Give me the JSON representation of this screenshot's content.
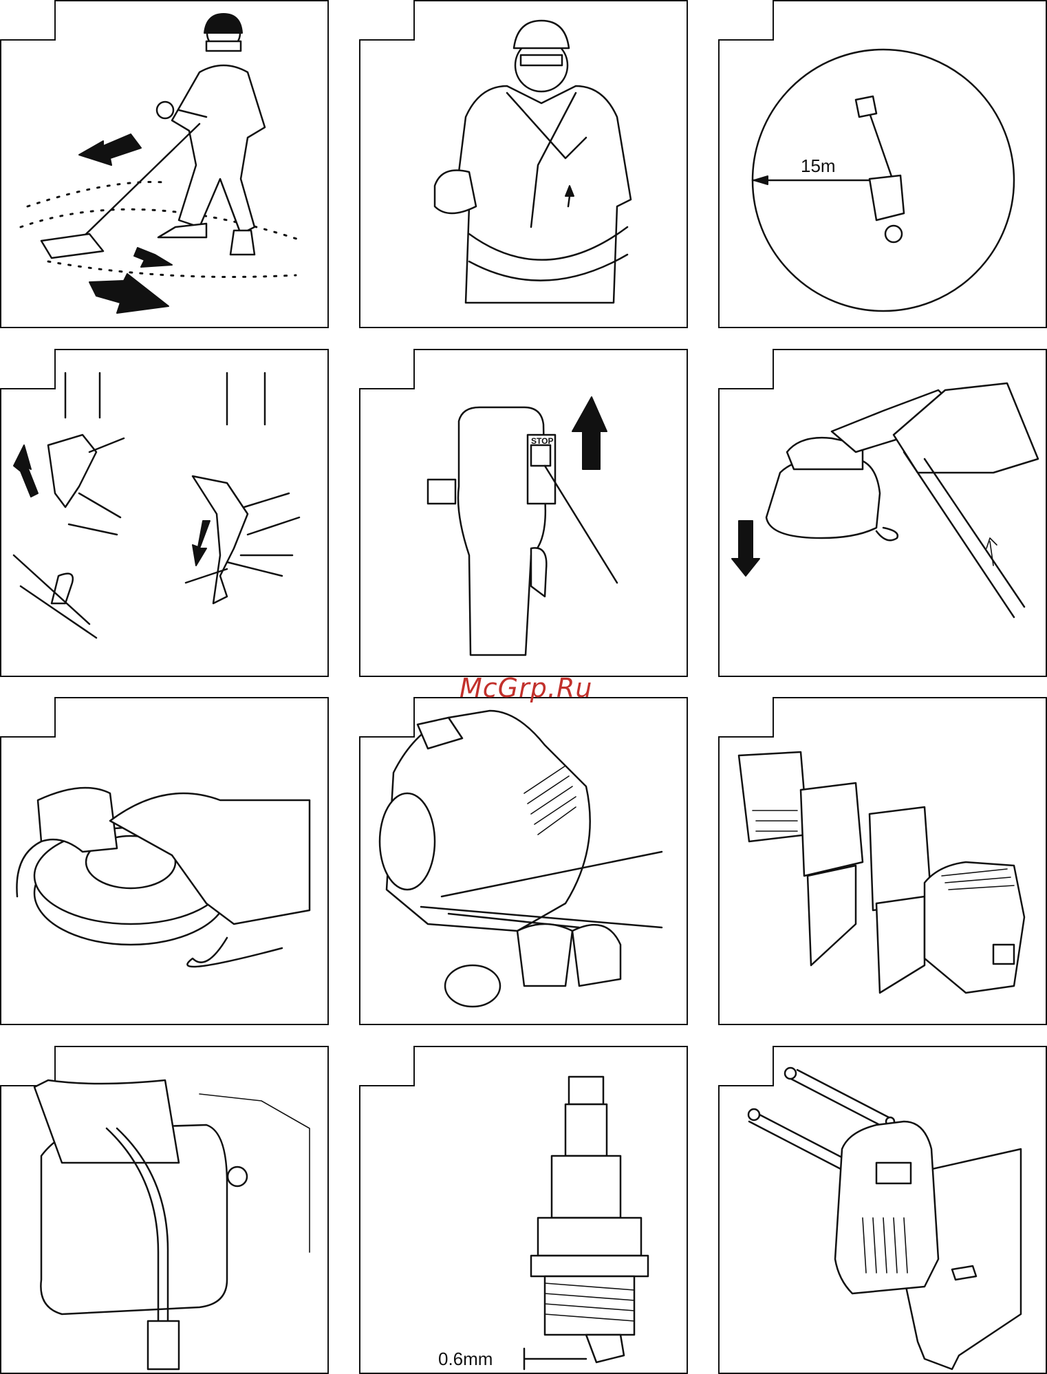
{
  "document": {
    "panels": [
      {
        "id": 1,
        "subject": "operator-mowing"
      },
      {
        "id": 2,
        "subject": "operator-harness"
      },
      {
        "id": 3,
        "subject": "safety-distance",
        "label": "15m"
      },
      {
        "id": 4,
        "subject": "harness-hook"
      },
      {
        "id": 5,
        "subject": "stop-switch",
        "label": "STOP"
      },
      {
        "id": 6,
        "subject": "cutter-head-removal"
      },
      {
        "id": 7,
        "subject": "nylon-head-tap"
      },
      {
        "id": 8,
        "subject": "carburetor-adjust"
      },
      {
        "id": 9,
        "subject": "air-filter"
      },
      {
        "id": 10,
        "subject": "fuel-filter"
      },
      {
        "id": 11,
        "subject": "spark-plug-gap",
        "label": "0.6mm"
      },
      {
        "id": 12,
        "subject": "muffler-screen"
      }
    ],
    "watermark": "McGrp.Ru"
  }
}
